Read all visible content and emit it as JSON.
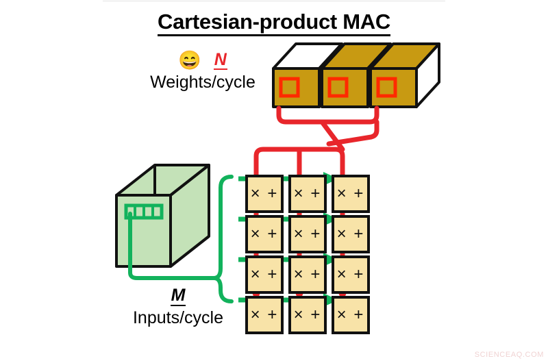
{
  "page": {
    "title": "Cartesian-product MAC",
    "background": "#ffffff",
    "watermark": "SCIENCEAQ.COM"
  },
  "colors": {
    "red": "#e8262b",
    "red_bright": "#ff2a00",
    "green": "#12b25c",
    "gold": "#c89a12",
    "gold_light": "#d4a512",
    "cell_fill": "#f8e3a8",
    "cube_green_fill": "#c4e2b8",
    "outline": "#111111",
    "watermark_color": "#f0d3d3"
  },
  "weights": {
    "emoji": "grinning-face-emoji",
    "emoji_glyph": "😄",
    "variable": "N",
    "label": "Weights/cycle",
    "cube_count": 3,
    "cube_marker": "red-square-outline"
  },
  "inputs": {
    "variable": "M",
    "label": "Inputs/cycle",
    "cube_count": 1,
    "register_segments": 4
  },
  "grid": {
    "rows": 4,
    "cols": 3,
    "cell_label": "× +",
    "cell_op_multiply": "×",
    "cell_op_add": "+",
    "cells": [
      [
        "× +",
        "× +",
        "× +"
      ],
      [
        "× +",
        "× +",
        "× +"
      ],
      [
        "× +",
        "× +",
        "× +"
      ],
      [
        "× +",
        "× +",
        "× +"
      ]
    ]
  },
  "flows": {
    "weight_flow_name": "weight-broadcast-down-columns",
    "weight_flow_color": "#e8262b",
    "weight_flow_direction": "vertical-down",
    "input_flow_name": "input-broadcast-across-rows",
    "input_flow_color": "#12b25c",
    "input_flow_direction": "horizontal-right"
  }
}
